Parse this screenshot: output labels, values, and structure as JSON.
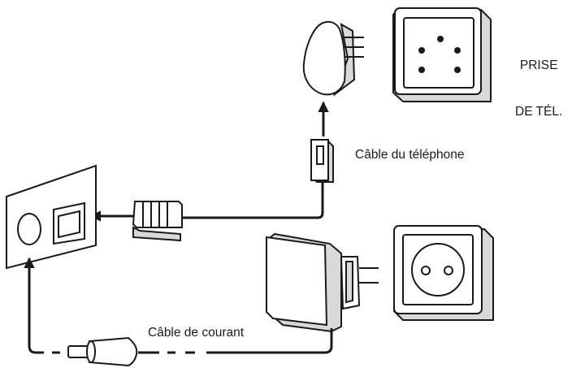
{
  "labels": {
    "prise_line1": "PRISE",
    "prise_line2": "DE TÉL.",
    "phone_cable": "Câble du téléphone",
    "power_cable": "Câble de courant"
  },
  "colors": {
    "line": "#1a1a1a",
    "shade": "#d9d9d9",
    "background": "#ffffff"
  },
  "icons": [
    "telephone-wall-socket-icon",
    "telephone-plug-icon",
    "power-outlet-icon",
    "power-adapter-icon",
    "base-station-icon",
    "rj11-connector-icon",
    "barrel-connector-icon",
    "arrow-icon"
  ]
}
